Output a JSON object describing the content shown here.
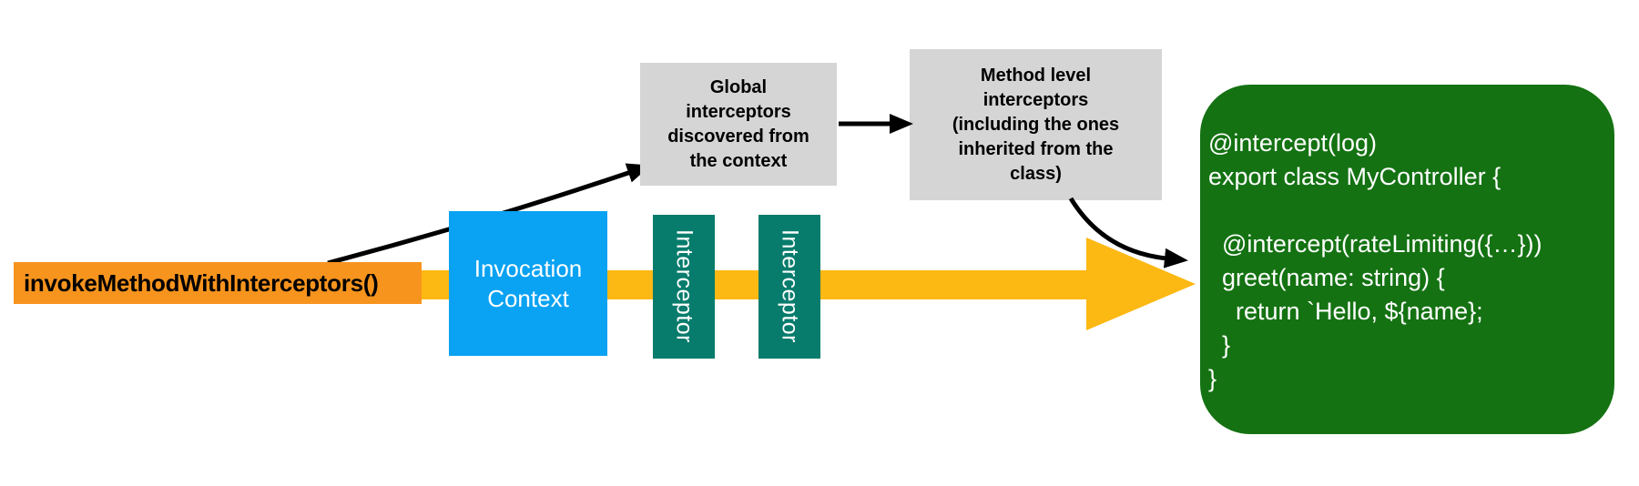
{
  "colors": {
    "orange": "#F7941E",
    "yellow": "#FCB813",
    "blue": "#0AA2F2",
    "teal": "#077C6C",
    "gray": "#D5D5D5",
    "green": "#147212",
    "arrow_black": "#000000",
    "text_dark": "#000000",
    "text_light": "#FFFFFF"
  },
  "nodes": {
    "invoke_method": {
      "label": "invokeMethodWithInterceptors()"
    },
    "invocation_context": {
      "label": "Invocation Context"
    },
    "interceptors": [
      "Interceptor",
      "Interceptor"
    ],
    "global_interceptors": {
      "label": "Global\ninterceptors\ndiscovered from\nthe context"
    },
    "method_interceptors": {
      "label": "Method level\ninterceptors\n(including the ones\ninherited from the\nclass)"
    },
    "controller_code": {
      "code": "@intercept(log)\nexport class MyController {\n\n  @intercept(rateLimiting({…}))\n  greet(name: string) {\n    return `Hello, ${name};\n  }\n}"
    }
  }
}
